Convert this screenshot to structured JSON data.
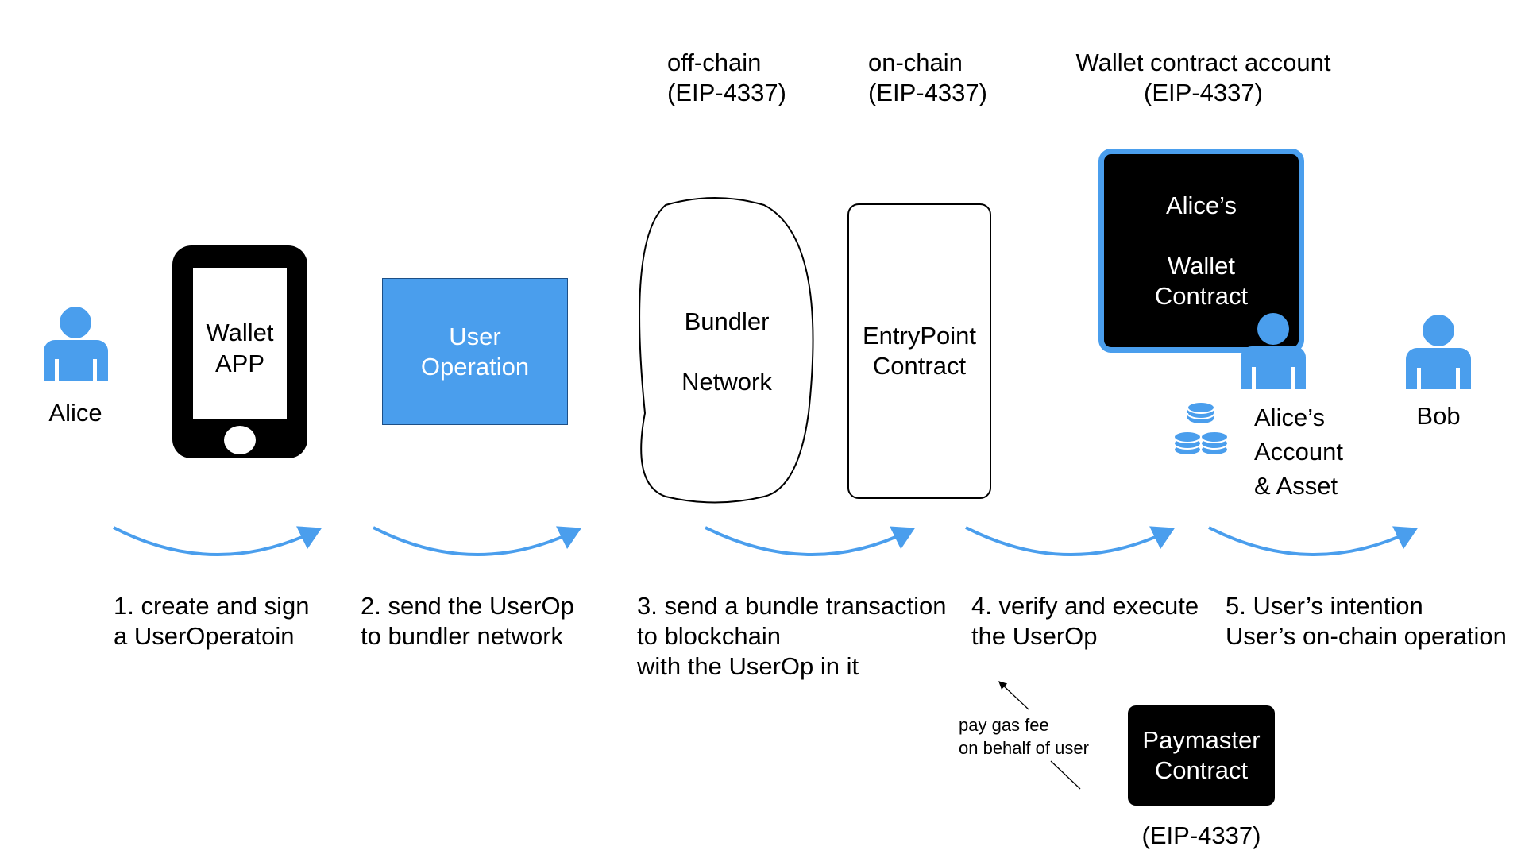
{
  "column_headers": {
    "offchain": "off-chain\n(EIP-4337)",
    "onchain": "on-chain\n(EIP-4337)",
    "wallet_contract_account": "Wallet contract account\n(EIP-4337)"
  },
  "actors": {
    "alice": "Alice",
    "bob": "Bob"
  },
  "nodes": {
    "wallet_app": "Wallet\nAPP",
    "user_operation": "User\nOperation",
    "bundler_network": "Bundler\n\nNetwork",
    "entrypoint_contract": "EntryPoint\nContract",
    "alices_wallet_contract": "Alice’s\n\nWallet\nContract",
    "alices_account_asset": "Alice’s\nAccount\n& Asset",
    "paymaster_contract": "Paymaster\nContract",
    "paymaster_standard": "(EIP-4337)"
  },
  "steps": [
    "1. create and sign\na UserOperatoin",
    "2. send the UserOp\nto bundler network",
    "3. send a bundle transaction\nto blockchain\nwith the UserOp in it",
    "4. verify and execute\nthe UserOp",
    "5. User’s intention\nUser’s on-chain operation"
  ],
  "paymaster_note": "pay gas fee\non behalf of user",
  "colors": {
    "accent_blue": "#4a9eed",
    "black": "#000000",
    "white": "#ffffff"
  },
  "icons": {
    "person": "person-icon",
    "coins": "coin-stack-icon",
    "phone": "smartphone-icon"
  }
}
